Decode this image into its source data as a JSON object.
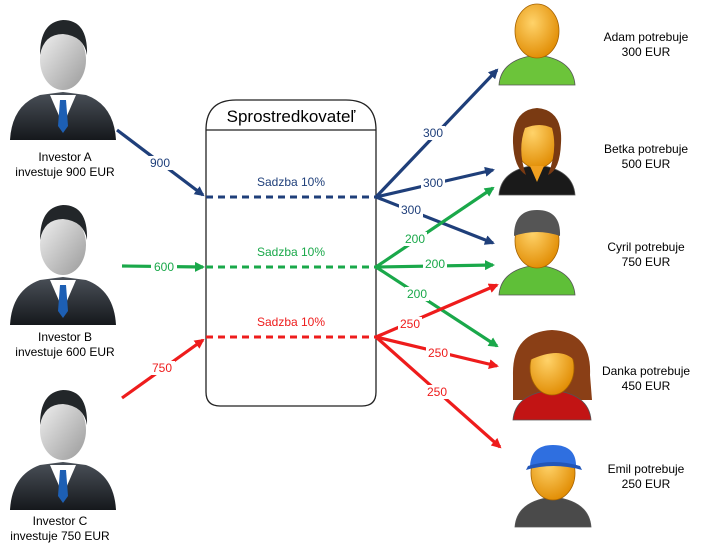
{
  "intermediary": {
    "title": "Sprostredkovateľ"
  },
  "investors": [
    {
      "name": "Investor A",
      "desc": "investuje 900 EUR",
      "amount": "900",
      "color": "#1f3f7a"
    },
    {
      "name": "Investor B",
      "desc": "investuje 600 EUR",
      "amount": "600",
      "color": "#1aa84a"
    },
    {
      "name": "Investor C",
      "desc": "investuje 750 EUR",
      "amount": "750",
      "color": "#ee1c1c"
    }
  ],
  "rates": [
    {
      "label": "Sadzba 10%",
      "color": "#1f3f7a"
    },
    {
      "label": "Sadzba 10%",
      "color": "#1aa84a"
    },
    {
      "label": "Sadzba 10%",
      "color": "#ee1c1c"
    }
  ],
  "borrowers": [
    {
      "line1": "Adam potrebuje",
      "line2": "300 EUR",
      "icon": "man-green-icon"
    },
    {
      "line1": "Betka potrebuje",
      "line2": "500 EUR",
      "icon": "woman-dark-hair-icon"
    },
    {
      "line1": "Cyril potrebuje",
      "line2": "750 EUR",
      "icon": "man-cap-green-icon"
    },
    {
      "line1": "Danka potrebuje",
      "line2": "450 EUR",
      "icon": "woman-long-hair-red-icon"
    },
    {
      "line1": "Emil potrebuje",
      "line2": "250 EUR",
      "icon": "man-blue-cap-icon"
    }
  ],
  "flows": [
    {
      "from": 0,
      "to": 0,
      "amount": "300"
    },
    {
      "from": 0,
      "to": 1,
      "amount": "300"
    },
    {
      "from": 0,
      "to": 2,
      "amount": "300"
    },
    {
      "from": 1,
      "to": 1,
      "amount": "200"
    },
    {
      "from": 1,
      "to": 2,
      "amount": "200"
    },
    {
      "from": 1,
      "to": 3,
      "amount": "200"
    },
    {
      "from": 2,
      "to": 2,
      "amount": "250"
    },
    {
      "from": 2,
      "to": 3,
      "amount": "250"
    },
    {
      "from": 2,
      "to": 4,
      "amount": "250"
    }
  ]
}
